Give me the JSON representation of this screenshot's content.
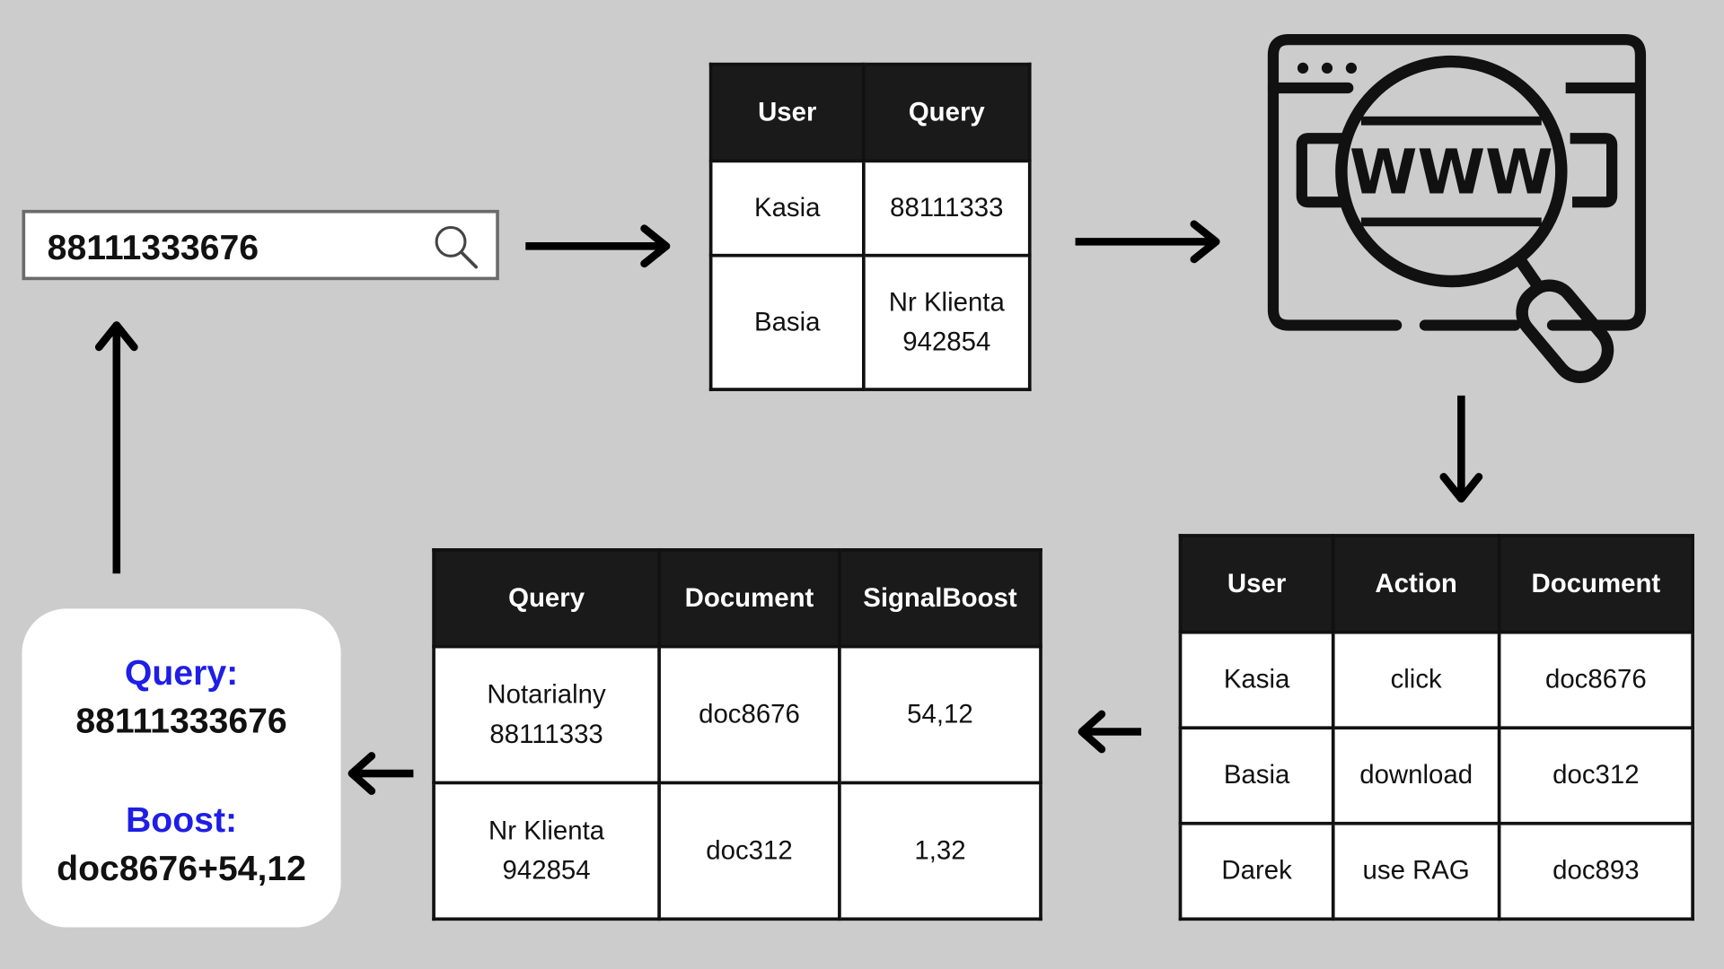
{
  "search": {
    "value": "88111333676",
    "icon": "search-icon"
  },
  "user_query_table": {
    "headers": [
      "User",
      "Query"
    ],
    "rows": [
      [
        "Kasia",
        "88111333"
      ],
      [
        "Basia",
        "Nr Klienta\n942854"
      ]
    ]
  },
  "web_search_icon": {
    "icon": "web-search-icon",
    "text": "WWW"
  },
  "actions_table": {
    "headers": [
      "User",
      "Action",
      "Document"
    ],
    "rows": [
      [
        "Kasia",
        "click",
        "doc8676"
      ],
      [
        "Basia",
        "download",
        "doc312"
      ],
      [
        "Darek",
        "use RAG",
        "doc893"
      ]
    ]
  },
  "signal_table": {
    "headers": [
      "Query",
      "Document",
      "SignalBoost"
    ],
    "rows": [
      [
        "Notarialny\n88111333",
        "doc8676",
        "54,12"
      ],
      [
        "Nr Klienta\n942854",
        "doc312",
        "1,32"
      ]
    ]
  },
  "result": {
    "query_label": "Query:",
    "query_value": "88111333676",
    "boost_label": "Boost:",
    "boost_value": "doc8676+54,12"
  },
  "colors": {
    "background": "#cccccc",
    "header_bg": "#1a1a1a",
    "accent_label": "#1e1ee6"
  }
}
